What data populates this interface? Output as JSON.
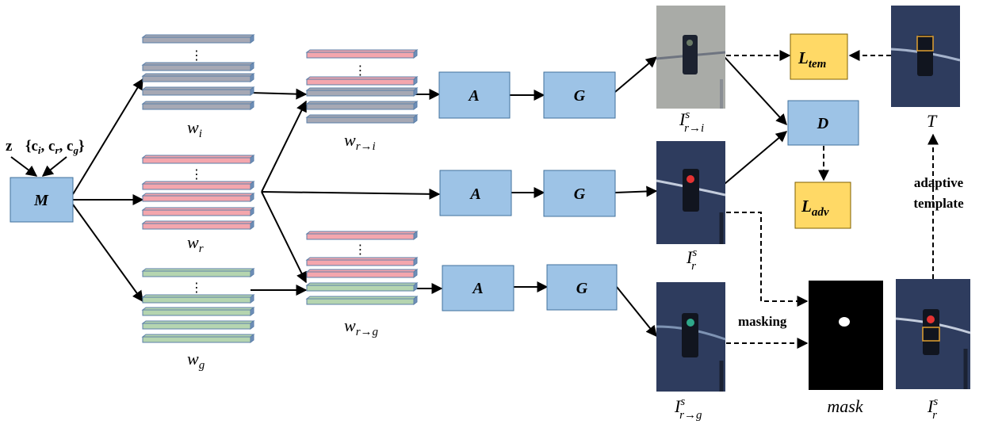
{
  "colors": {
    "box_blue": "#9dc3e6",
    "loss_yellow": "#ffd966",
    "bar_gray": "#a6a8b4",
    "bar_pink": "#f4a6ad",
    "bar_green": "#b5d5b0",
    "photo_bg": "#2e3c5e",
    "photo_bg_gray": "#a9aba7"
  },
  "inputs": {
    "z": "z",
    "c_set": "{c",
    "ci_sub": "i",
    "cr": ", c",
    "cr_sub": "r",
    "cg": ", c",
    "cg_sub": "g",
    "close": "}"
  },
  "mapping": {
    "label": "M"
  },
  "w_labels": {
    "wi": {
      "base": "w",
      "sub": "i"
    },
    "wr": {
      "base": "w",
      "sub": "r"
    },
    "wg": {
      "base": "w",
      "sub": "g"
    },
    "wri": {
      "base": "w",
      "sub": "r→i"
    },
    "wrg": {
      "base": "w",
      "sub": "r→g"
    }
  },
  "ellipsis": "⋮",
  "blocks": {
    "A": "A",
    "G": "G",
    "D": "D"
  },
  "losses": {
    "tem": {
      "base": "L",
      "sub": "tem"
    },
    "adv": {
      "base": "L",
      "sub": "adv"
    }
  },
  "images": {
    "ri": {
      "base": "I",
      "sup": "s",
      "sub": "r→i",
      "light": "off"
    },
    "r": {
      "base": "I",
      "sup": "s",
      "sub": "r",
      "light": "red"
    },
    "rg": {
      "base": "I",
      "sup": "s",
      "sub": "r→g",
      "light": "green"
    },
    "T": {
      "base": "T"
    },
    "mask": {
      "label": "mask"
    },
    "r2": {
      "base": "I",
      "sup": "s",
      "sub": "r",
      "light": "red"
    }
  },
  "annotations": {
    "masking": "masking",
    "adaptive_1": "adaptive",
    "adaptive_2": "template"
  }
}
